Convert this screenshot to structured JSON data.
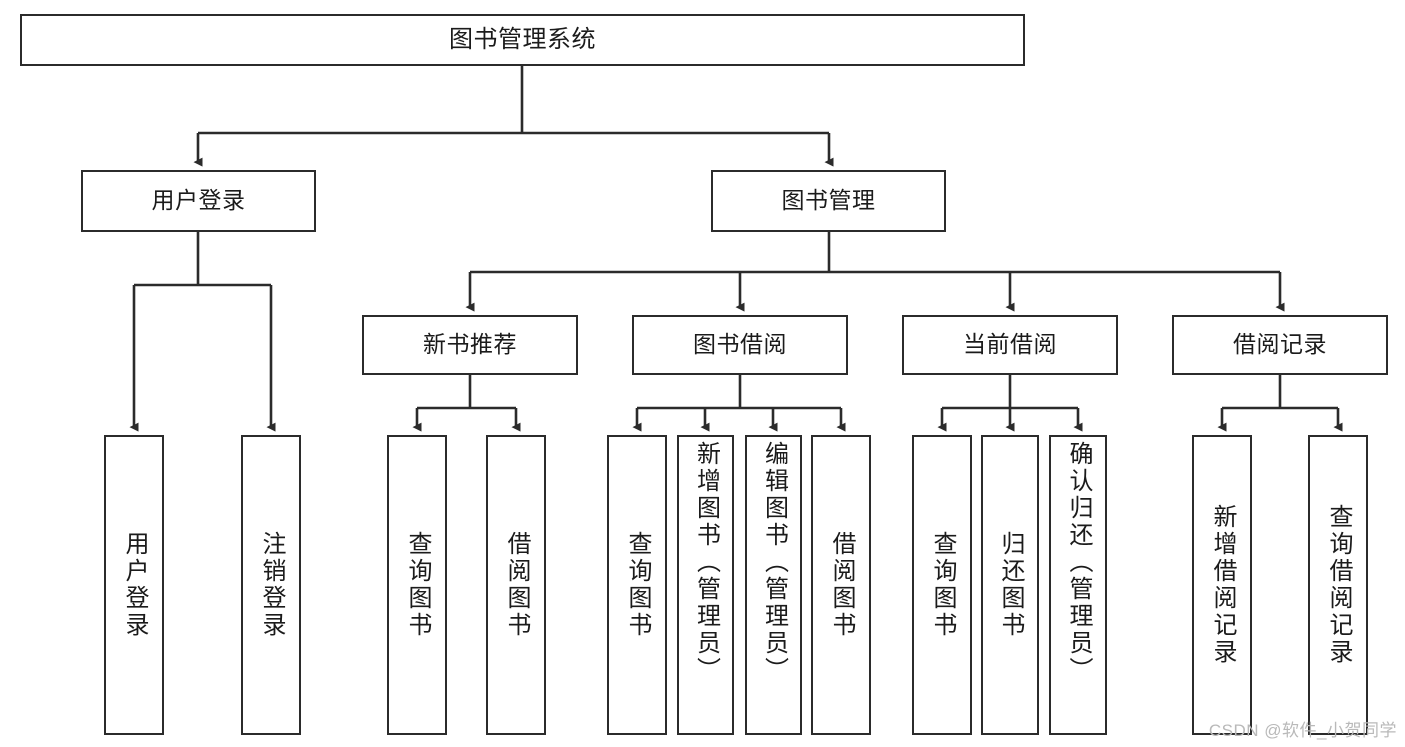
{
  "diagram": {
    "title": "图书管理系统",
    "type": "tree-hierarchy",
    "watermark": "CSDN @软件_小贺同学",
    "colors": {
      "box_border": "#2b2b2b",
      "box_fill": "#ffffff",
      "edge": "#2b2b2b",
      "text": "#1b1b1b",
      "watermark": "#b9b9b9",
      "background": "#ffffff"
    },
    "levels": {
      "level1": "系统",
      "level2": "模块",
      "level3": "子模块",
      "level4": "功能"
    },
    "nodes": {
      "root": {
        "label": "图书管理系统"
      },
      "level2": [
        {
          "id": "user-login",
          "label": "用户登录"
        },
        {
          "id": "book-manage",
          "label": "图书管理"
        }
      ],
      "level3": [
        {
          "id": "new-book-rec",
          "label": "新书推荐"
        },
        {
          "id": "book-borrow",
          "label": "图书借阅"
        },
        {
          "id": "current-borrow",
          "label": "当前借阅"
        },
        {
          "id": "borrow-record",
          "label": "借阅记录"
        }
      ],
      "leaves": {
        "user-login": [
          {
            "id": "leaf-user-login",
            "label": "用户登录"
          },
          {
            "id": "leaf-logout",
            "label": "注销登录"
          }
        ],
        "new-book-rec": [
          {
            "id": "leaf-query-book-1",
            "label": "查询图书"
          },
          {
            "id": "leaf-borrow-book-1",
            "label": "借阅图书"
          }
        ],
        "book-borrow": [
          {
            "id": "leaf-query-book-2",
            "label": "查询图书"
          },
          {
            "id": "leaf-add-book",
            "label": "新增图书（管理员）"
          },
          {
            "id": "leaf-edit-book",
            "label": "编辑图书（管理员）"
          },
          {
            "id": "leaf-borrow-book-2",
            "label": "借阅图书"
          }
        ],
        "current-borrow": [
          {
            "id": "leaf-query-book-3",
            "label": "查询图书"
          },
          {
            "id": "leaf-return-book",
            "label": "归还图书"
          },
          {
            "id": "leaf-confirm-return",
            "label": "确认归还（管理员）"
          }
        ],
        "borrow-record": [
          {
            "id": "leaf-add-record",
            "label": "新增借阅记录"
          },
          {
            "id": "leaf-query-record",
            "label": "查询借阅记录"
          }
        ]
      }
    },
    "edges": [
      {
        "from": "图书管理系统",
        "to": "用户登录"
      },
      {
        "from": "图书管理系统",
        "to": "图书管理"
      },
      {
        "from": "用户登录",
        "to": "用户登录"
      },
      {
        "from": "用户登录",
        "to": "注销登录"
      },
      {
        "from": "图书管理",
        "to": "新书推荐"
      },
      {
        "from": "图书管理",
        "to": "图书借阅"
      },
      {
        "from": "图书管理",
        "to": "当前借阅"
      },
      {
        "from": "图书管理",
        "to": "借阅记录"
      },
      {
        "from": "新书推荐",
        "to": "查询图书"
      },
      {
        "from": "新书推荐",
        "to": "借阅图书"
      },
      {
        "from": "图书借阅",
        "to": "查询图书"
      },
      {
        "from": "图书借阅",
        "to": "新增图书（管理员）"
      },
      {
        "from": "图书借阅",
        "to": "编辑图书（管理员）"
      },
      {
        "from": "图书借阅",
        "to": "借阅图书"
      },
      {
        "from": "当前借阅",
        "to": "查询图书"
      },
      {
        "from": "当前借阅",
        "to": "归还图书"
      },
      {
        "from": "当前借阅",
        "to": "确认归还（管理员）"
      },
      {
        "from": "借阅记录",
        "to": "新增借阅记录"
      },
      {
        "from": "借阅记录",
        "to": "查询借阅记录"
      }
    ]
  }
}
